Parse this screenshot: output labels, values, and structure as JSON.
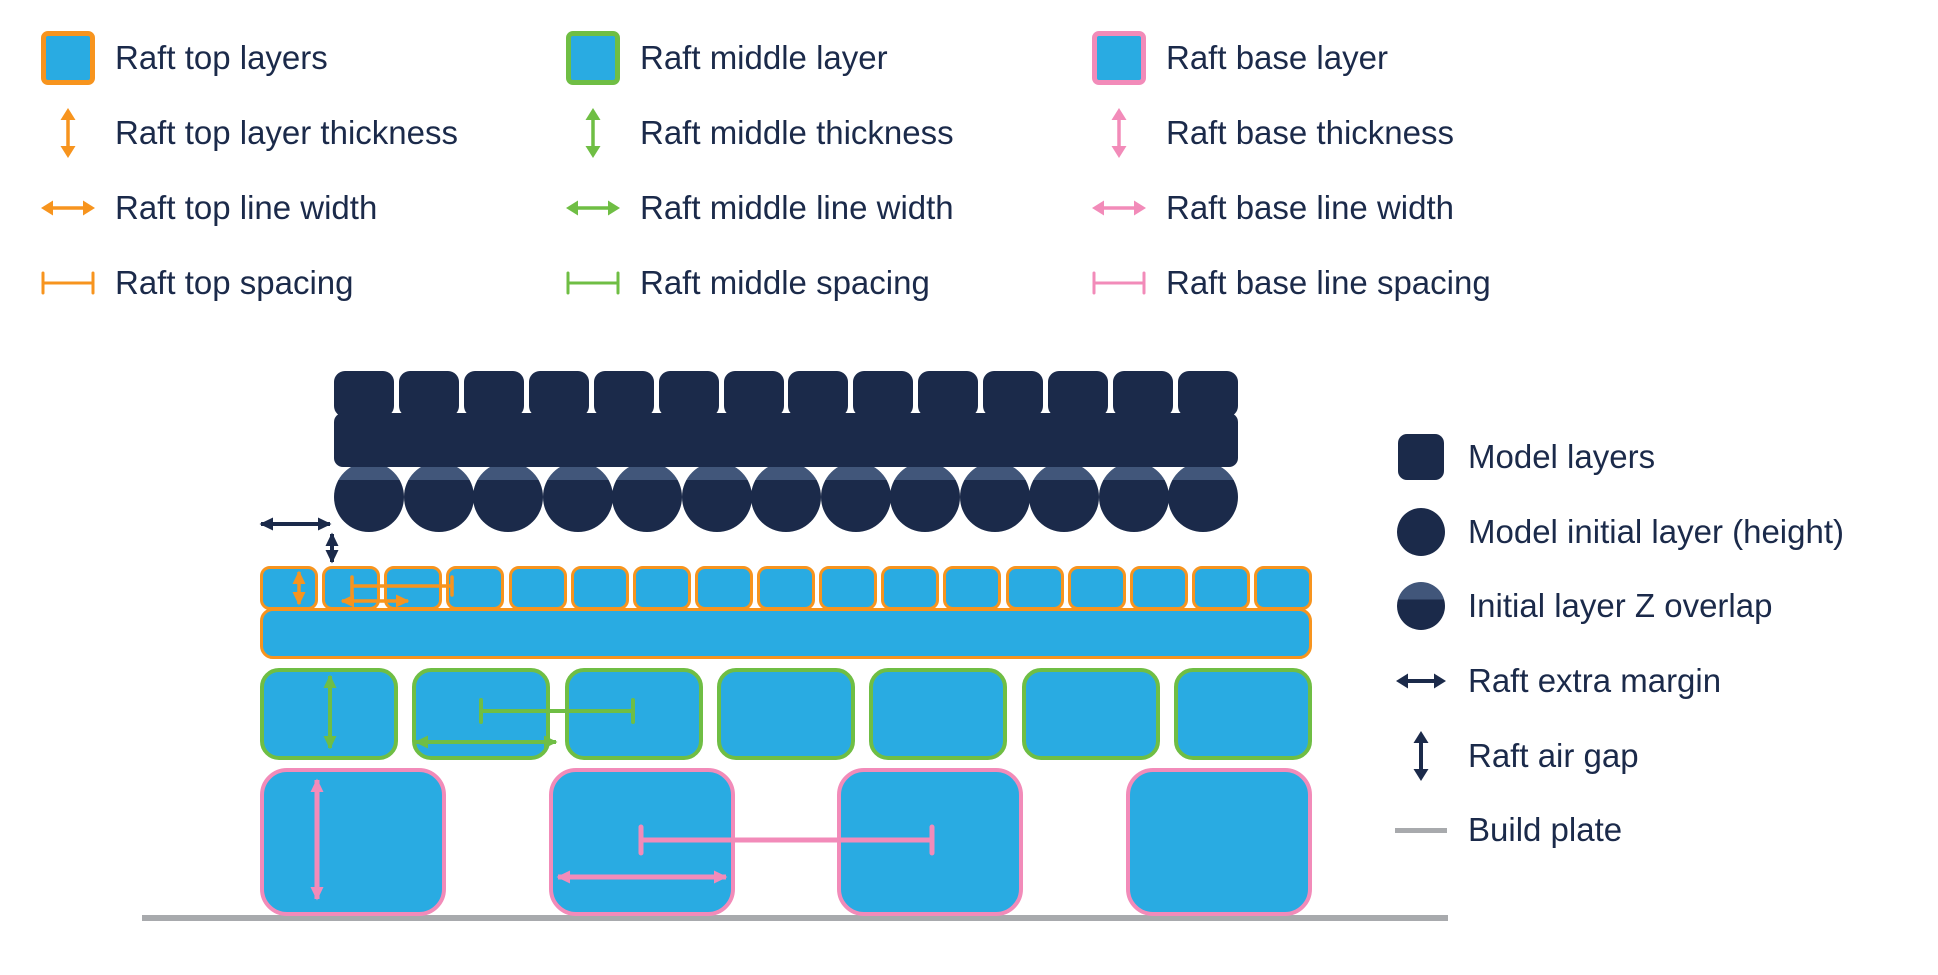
{
  "colors": {
    "blue": "#29abe2",
    "orange": "#f7941e",
    "green": "#6fbe44",
    "pink": "#f28bb9",
    "navy": "#1b2a4a",
    "navy_light": "#41567a",
    "gray": "#a8aaad",
    "background": "#ffffff"
  },
  "legend_top": {
    "columns": [
      {
        "color": "orange",
        "items": [
          {
            "icon": "raft-swatch",
            "label": "Raft top layers"
          },
          {
            "icon": "vertical-arrow",
            "label": "Raft top layer thickness"
          },
          {
            "icon": "horizontal-arrow",
            "label": "Raft top line width"
          },
          {
            "icon": "spacing-bracket",
            "label": "Raft top spacing"
          }
        ]
      },
      {
        "color": "green",
        "items": [
          {
            "icon": "raft-swatch",
            "label": "Raft middle layer"
          },
          {
            "icon": "vertical-arrow",
            "label": "Raft middle thickness"
          },
          {
            "icon": "horizontal-arrow",
            "label": "Raft middle line width"
          },
          {
            "icon": "spacing-bracket",
            "label": "Raft middle spacing"
          }
        ]
      },
      {
        "color": "pink",
        "items": [
          {
            "icon": "raft-swatch",
            "label": "Raft base layer"
          },
          {
            "icon": "vertical-arrow",
            "label": "Raft base thickness"
          },
          {
            "icon": "horizontal-arrow",
            "label": "Raft base line width"
          },
          {
            "icon": "spacing-bracket",
            "label": "Raft base line spacing"
          }
        ]
      }
    ]
  },
  "legend_right": {
    "items": [
      {
        "icon": "model-layers-swatch",
        "label": "Model layers"
      },
      {
        "icon": "model-initial-layer-swatch",
        "label": "Model initial layer (height)"
      },
      {
        "icon": "z-overlap-swatch",
        "label": "Initial layer Z overlap"
      },
      {
        "icon": "extra-margin-arrow",
        "label": "Raft extra margin"
      },
      {
        "icon": "air-gap-arrow",
        "label": "Raft air gap"
      },
      {
        "icon": "build-plate-line",
        "label": "Build plate"
      }
    ]
  },
  "diagram": {
    "model_layer_squares": 14,
    "model_initial_layer_circles": 13,
    "raft_top_lines": 17,
    "raft_middle_lines": 7,
    "raft_base_lines": 4
  }
}
